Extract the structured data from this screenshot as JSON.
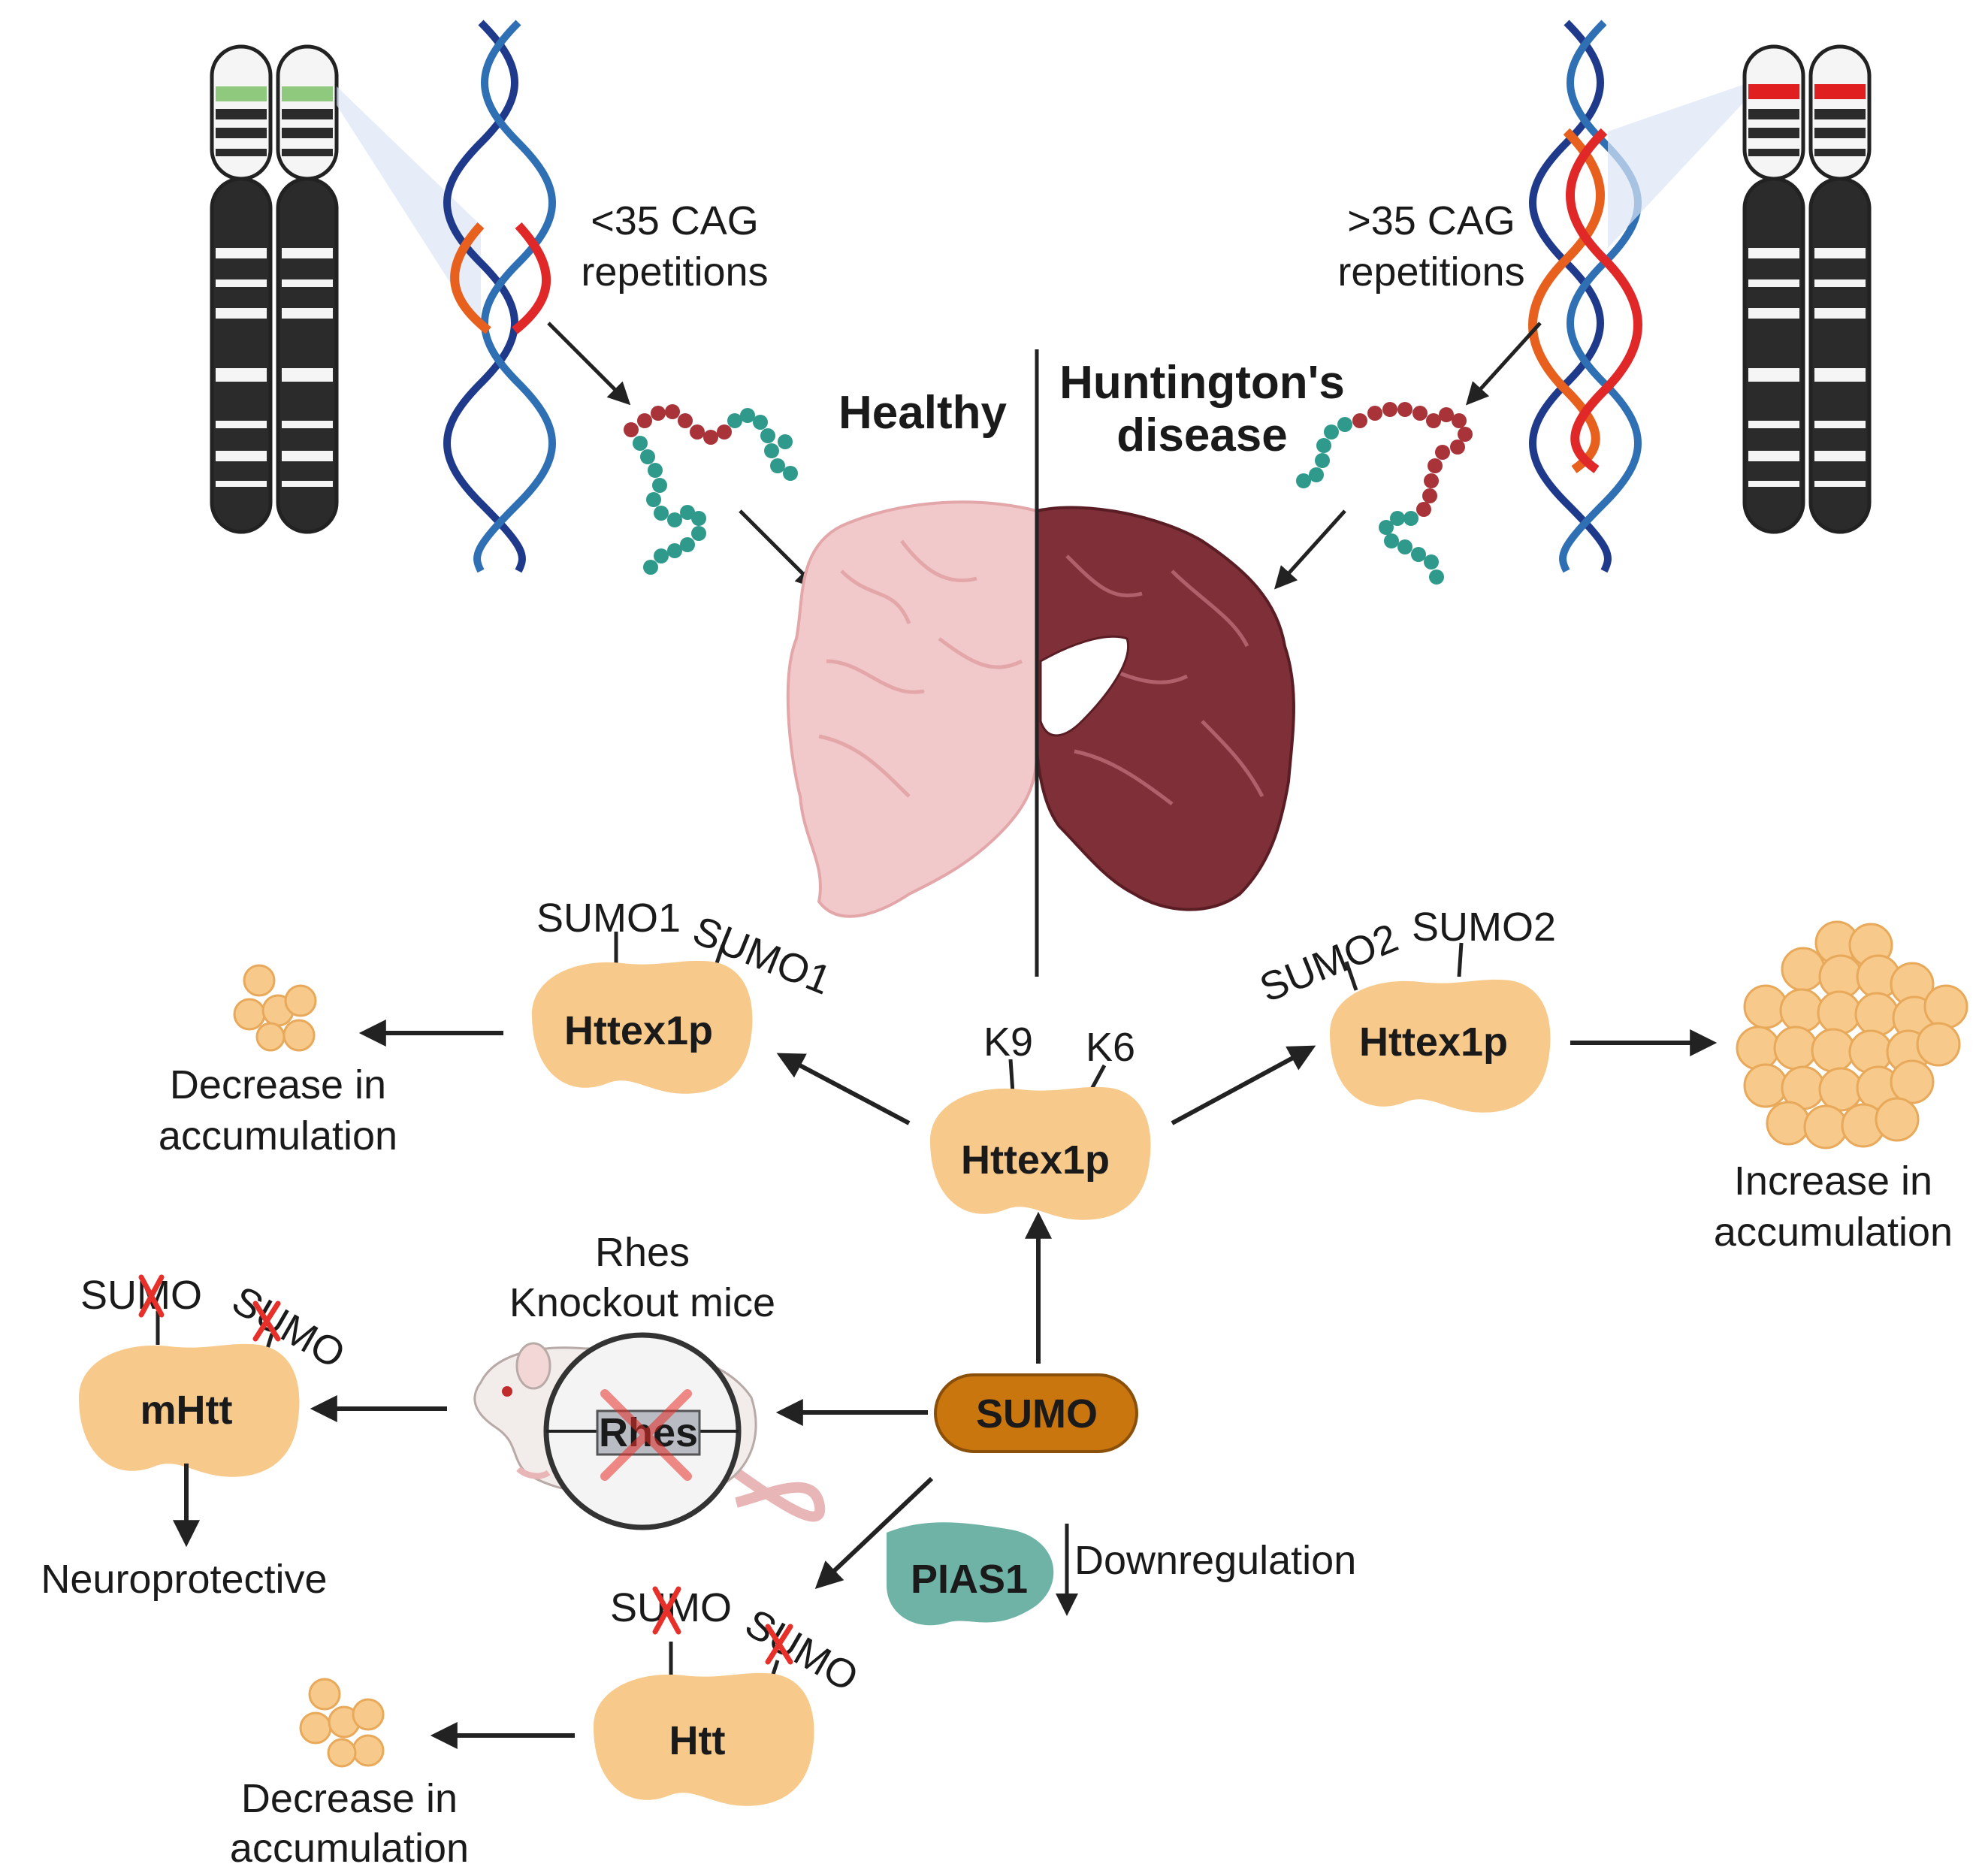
{
  "colors": {
    "protein_fill": "#f7c98a",
    "sumo_fill": "#c9760f",
    "pias1_fill": "#6fb3a6",
    "healthy_brain": "#f2c9cb",
    "disease_brain": "#7e2f38",
    "normal_band": "#8fc97e",
    "mutant_band": "#e02020",
    "red_x": "#e8302a",
    "arrow": "#222222"
  },
  "healthy": {
    "cag_line1": "<35 CAG",
    "cag_line2": "repetitions",
    "label": "Healthy"
  },
  "disease": {
    "cag_line1": ">35 CAG",
    "cag_line2": "repetitions",
    "label_line1": "Huntington's",
    "label_line2": "disease"
  },
  "proteins": {
    "left_httex1p": "Httex1p",
    "center_httex1p": "Httex1p",
    "right_httex1p": "Httex1p",
    "mhtt": "mHtt",
    "htt": "Htt",
    "sumo": "SUMO",
    "pias1": "PIAS1"
  },
  "sites": {
    "k9": "K9",
    "k6": "K6",
    "sumo1_a": "SUMO1",
    "sumo1_b": "SUMO1",
    "sumo2_a": "SUMO2",
    "sumo2_b": "SUMO2",
    "sumo_x1": "SUMO",
    "sumo_x2": "SUMO",
    "sumo_x3": "SUMO",
    "sumo_x4": "SUMO"
  },
  "outcomes": {
    "left_decrease_1": "Decrease in",
    "left_decrease_2": "accumulation",
    "right_increase_1": "Increase in",
    "right_increase_2": "accumulation",
    "bottom_decrease_1": "Decrease in",
    "bottom_decrease_2": "accumulation",
    "neuroprotective": "Neuroprotective",
    "downregulation": "Downregulation"
  },
  "mice": {
    "line1": "Rhes",
    "line2": "Knockout mice",
    "gene": "Rhes"
  }
}
